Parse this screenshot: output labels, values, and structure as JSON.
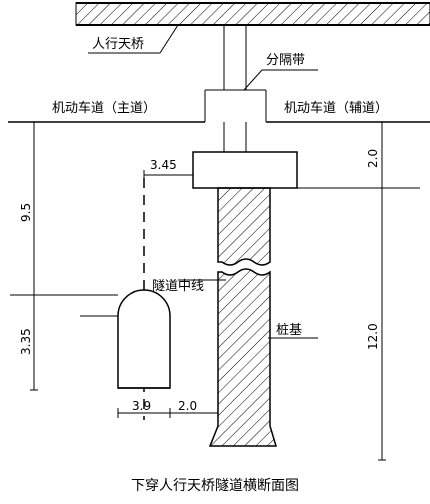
{
  "labels": {
    "footbridge": "人行天桥",
    "median": "分隔带",
    "main_road": "机动车道（主道）",
    "aux_road": "机动车道（辅道）",
    "tunnel_centerline": "隧道中线",
    "pile": "桩基"
  },
  "dimensions": {
    "cap_offset": "3.45",
    "cap_height": "2.0",
    "top_depth": "9.5",
    "pile_length": "12.0",
    "tunnel_height": "3.35",
    "tunnel_width": "3.9",
    "clearance": "2.0"
  },
  "caption": "下穿人行天桥隧道横断面图"
}
